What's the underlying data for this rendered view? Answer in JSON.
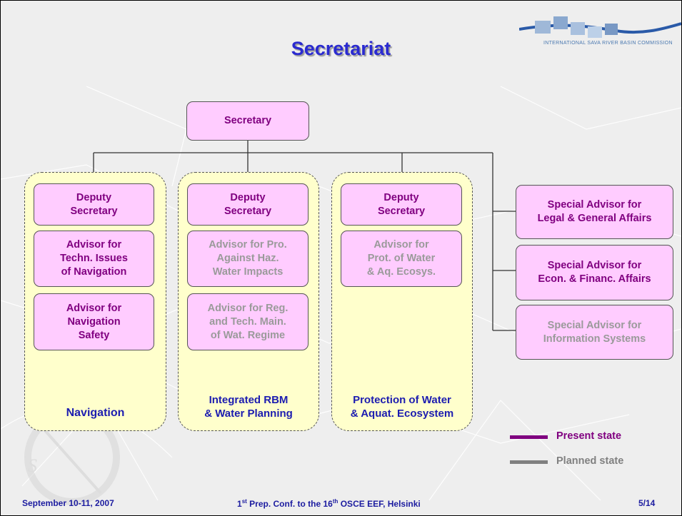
{
  "title": "Secretariat",
  "logo": {
    "text": "INTERNATIONAL SAVA RIVER BASIN COMMISSION"
  },
  "secretary": {
    "label": "Secretary",
    "state": "present"
  },
  "groups": [
    {
      "label": "Navigation",
      "boxes": [
        {
          "label": "Deputy\nSecretary",
          "state": "present"
        },
        {
          "label": "Advisor for\nTechn. Issues\nof Navigation",
          "state": "present"
        },
        {
          "label": "Advisor for\nNavigation\nSafety",
          "state": "present"
        }
      ]
    },
    {
      "label": "Integrated RBM\n& Water Planning",
      "boxes": [
        {
          "label": "Deputy\nSecretary",
          "state": "present"
        },
        {
          "label": "Advisor for Pro.\nAgainst Haz.\nWater Impacts",
          "state": "planned"
        },
        {
          "label": "Advisor for Reg.\nand Tech. Main.\nof Wat. Regime",
          "state": "planned"
        }
      ]
    },
    {
      "label": "Protection of Water\n& Aquat. Ecosystem",
      "boxes": [
        {
          "label": "Deputy\nSecretary",
          "state": "present"
        },
        {
          "label": "Advisor for\nProt. of Water\n& Aq. Ecosys.",
          "state": "planned"
        }
      ]
    }
  ],
  "special_advisors": [
    {
      "label": "Special Advisor for\nLegal & General Affairs",
      "state": "present"
    },
    {
      "label": "Special Advisor for\nEcon. & Financ. Affairs",
      "state": "present"
    },
    {
      "label": "Special Advisor for\nInformation Systems",
      "state": "planned"
    }
  ],
  "legend": {
    "present": {
      "label": "Present state",
      "color": "#800080"
    },
    "planned": {
      "label": "Planned state",
      "color": "#808080"
    }
  },
  "footer": {
    "date": "September 10-11, 2007",
    "conf_pre": "1",
    "conf_sup1": "st",
    "conf_mid": " Prep. Conf. to the 16",
    "conf_sup2": "th",
    "conf_post": " OSCE EEF, Helsinki",
    "page": "5/14"
  }
}
